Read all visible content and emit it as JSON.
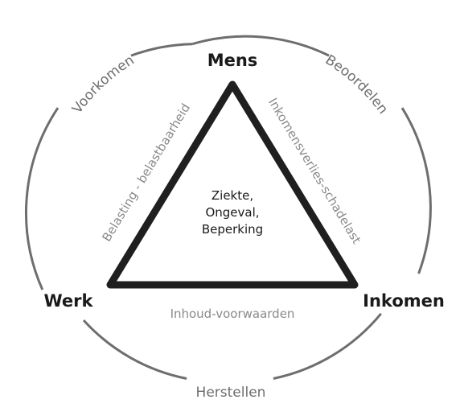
{
  "vertices": {
    "top": "Mens",
    "left": "Werk",
    "right": "Inkomen"
  },
  "center": [
    "Ziekte,",
    "Ongeval,",
    "Beperking"
  ],
  "edges": {
    "left": "Belasting - belastbaarheid",
    "right": "Inkomensverlies-schadelast",
    "bottom": "Inhoud-voorwaarden"
  },
  "ring": {
    "top_left": "Voorkomen",
    "top_right": "Beoordelen",
    "bottom": "Herstellen"
  },
  "colors": {
    "ring": "#6e6e6e",
    "triangle": "#1f1f1f",
    "vertex_text": "#1a1a1a",
    "edge_text": "#8a8a8a"
  }
}
